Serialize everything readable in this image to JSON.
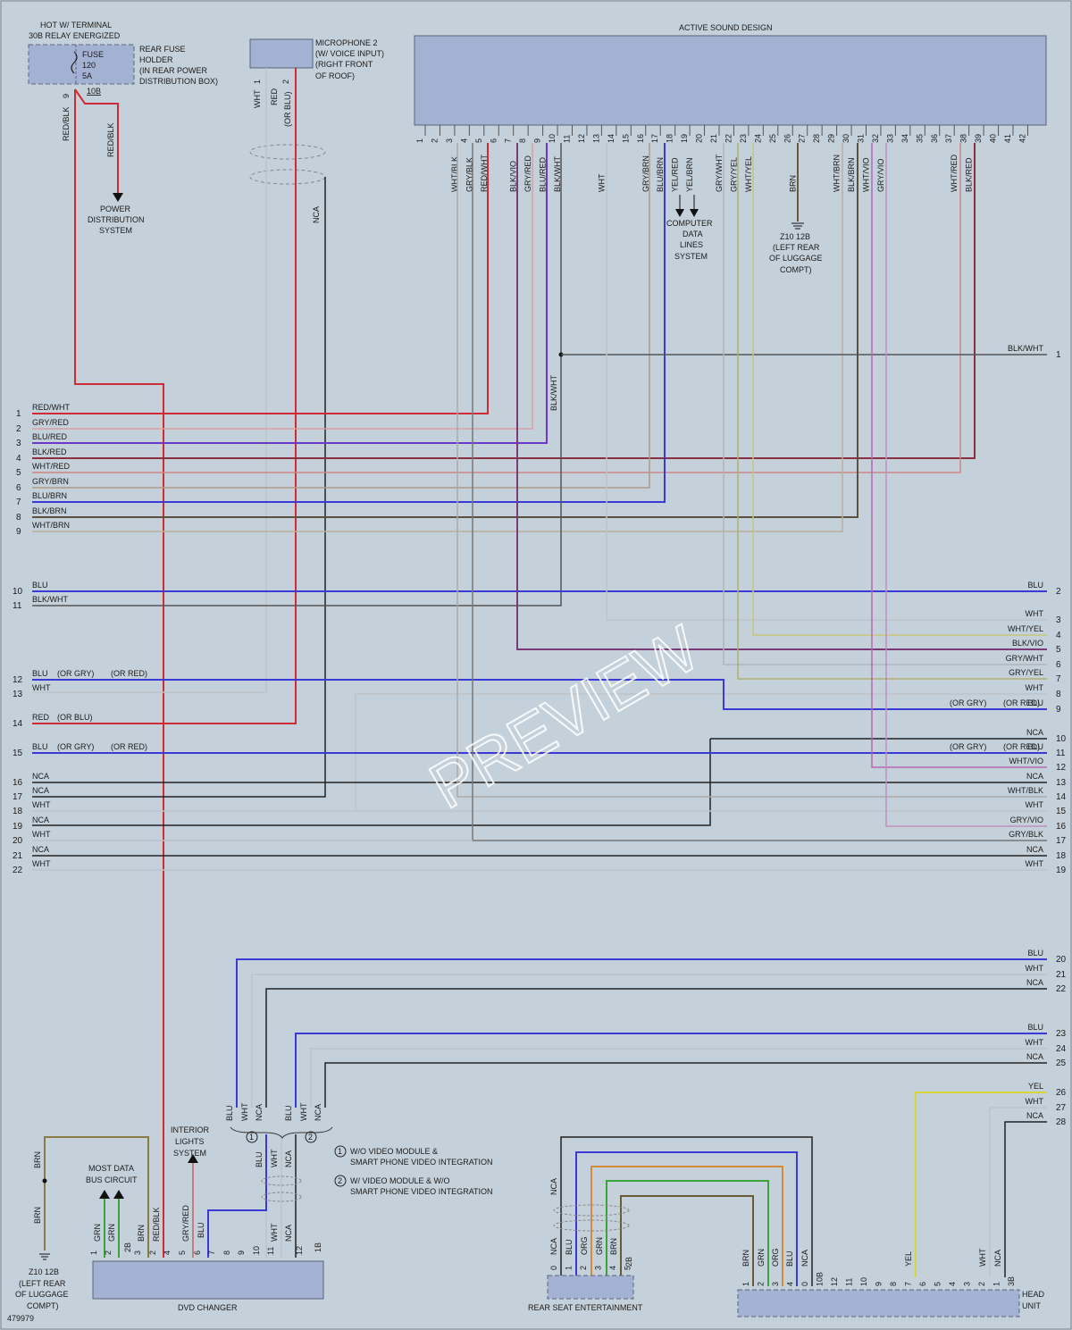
{
  "colors": {
    "red": "#d02a35",
    "blue": "#3a3ad6",
    "blk": "#222222",
    "wht": "#bfc4c8",
    "gry": "#8c9196",
    "brn": "#6a5a35",
    "grn": "#3aa33a",
    "yel": "#d6d63a",
    "vio": "#b36ab3",
    "org": "#d68a3a",
    "olive": "#8a7a45",
    "ltyel": "#c6c67a"
  },
  "fuse": {
    "t1": "HOT W/ TERMINAL",
    "t2": "30B RELAY ENERGIZED",
    "f1": "FUSE",
    "f2": "120",
    "f3": "5A",
    "h1": "REAR FUSE",
    "h2": "HOLDER",
    "h3": "(IN REAR POWER",
    "h4": "DISTRIBUTION BOX)",
    "pin": "9",
    "conn": "10B",
    "w1": "RED/BLK",
    "w2": "RED/BLK",
    "p1": "POWER",
    "p2": "DISTRIBUTION",
    "p3": "SYSTEM"
  },
  "mic": {
    "t1": "MICROPHONE 2",
    "t2": "(W/ VOICE INPUT)",
    "t3": "(RIGHT FRONT",
    "t4": "OF ROOF)",
    "p1": "1",
    "p2": "2",
    "w1": "WHT",
    "w2": "RED",
    "w3": "(OR BLU)",
    "nca": "NCA"
  },
  "asd": {
    "title": "ACTIVE SOUND DESIGN",
    "pins": [
      "1",
      "2",
      "3",
      "4",
      "5",
      "6",
      "7",
      "8",
      "9",
      "10",
      "11",
      "12",
      "13",
      "14",
      "15",
      "16",
      "17",
      "18",
      "19",
      "20",
      "21",
      "22",
      "23",
      "24",
      "25",
      "26",
      "27",
      "28",
      "29",
      "30",
      "31",
      "32",
      "33",
      "34",
      "35",
      "36",
      "37",
      "38",
      "39",
      "40",
      "41",
      "42"
    ],
    "wires": {
      "3": "WHT/BLK",
      "4": "GRY/BLK",
      "5": "RED/WHT",
      "7": "BLK/VIO",
      "8": "GRY/RED",
      "9": "BLU/RED",
      "10": "BLK/WHT",
      "13": "WHT",
      "16": "GRY/BRN",
      "17": "BLU/BRN",
      "18": "YEL/RED",
      "19": "YEL/BRN",
      "21": "GRY/WHT",
      "22": "GRY/YEL",
      "23": "WHT/YEL",
      "26": "BRN",
      "29": "WHT/BRN",
      "30": "BLK/BRN",
      "31": "WHT/VIO",
      "32": "GRY/VIO",
      "37": "WHT/RED",
      "38": "BLK/RED"
    },
    "cdl1": "COMPUTER",
    "cdl2": "DATA",
    "cdl3": "LINES",
    "cdl4": "SYSTEM",
    "g1": "Z10 12B",
    "g2": "(LEFT REAR",
    "g3": "OF LUGGAGE",
    "g4": "COMPT)"
  },
  "left": {
    "names": [
      "RED/WHT",
      "GRY/RED",
      "BLU/RED",
      "BLK/RED",
      "WHT/RED",
      "GRY/BRN",
      "BLU/BRN",
      "BLK/BRN",
      "WHT/BRN",
      "BLU",
      "BLK/WHT",
      "BLU",
      "WHT",
      "RED",
      "BLU",
      "NCA",
      "NCA",
      "WHT",
      "NCA",
      "WHT",
      "NCA",
      "WHT"
    ],
    "nums": [
      "1",
      "2",
      "3",
      "4",
      "5",
      "6",
      "7",
      "8",
      "9",
      "10",
      "11",
      "12",
      "13",
      "14",
      "15",
      "16",
      "17",
      "18",
      "19",
      "20",
      "21",
      "22"
    ],
    "or12a": "(OR GRY)",
    "or12b": "(OR RED)",
    "or14": "(OR BLU)",
    "or15a": "(OR GRY)",
    "or15b": "(OR RED)",
    "blkwht": "BLK/WHT"
  },
  "right": {
    "names": [
      "BLK/WHT",
      "BLU",
      "WHT",
      "WHT/YEL",
      "BLK/VIO",
      "GRY/WHT",
      "GRY/YEL",
      "WHT",
      "BLU",
      "NCA",
      "BLU",
      "WHT/VIO",
      "NCA",
      "WHT/BLK",
      "WHT",
      "GRY/VIO",
      "GRY/BLK",
      "NCA",
      "WHT",
      "BLU",
      "WHT",
      "NCA",
      "BLU",
      "WHT",
      "NCA",
      "YEL",
      "WHT",
      "NCA"
    ],
    "nums": [
      "1",
      "2",
      "3",
      "4",
      "5",
      "6",
      "7",
      "8",
      "9",
      "10",
      "11",
      "12",
      "13",
      "14",
      "15",
      "16",
      "17",
      "18",
      "19",
      "20",
      "21",
      "22",
      "23",
      "24",
      "25",
      "26",
      "27",
      "28"
    ],
    "or9a": "(OR GRY)",
    "or9b": "(OR RED)",
    "or11a": "(OR GRY)",
    "or11b": "(OR RED)"
  },
  "dvd": {
    "name": "DVD CHANGER",
    "pins": [
      "1",
      "2",
      "3",
      "2",
      "4",
      "5",
      "6",
      "7",
      "8",
      "9",
      "10",
      "11",
      "12"
    ],
    "w": [
      "GRN",
      "GRN",
      "BRN",
      "RED/BLK",
      "GRY/RED",
      "BLU",
      "WHT",
      "NCA"
    ],
    "conn1": "2B",
    "conn2": "1B",
    "most1": "MOST DATA",
    "most2": "BUS CIRCUIT",
    "il1": "INTERIOR",
    "il2": "LIGHTS",
    "il3": "SYSTEM",
    "g1": "Z10 12B",
    "g2": "(LEFT REAR",
    "g3": "OF LUGGAGE",
    "g4": "COMPT)",
    "brn1": "BRN",
    "brn2": "BRN",
    "up": [
      "BLU",
      "WHT",
      "NCA",
      "BLU",
      "WHT",
      "NCA"
    ],
    "mid": [
      "BLU",
      "WHT",
      "NCA"
    ]
  },
  "notes": {
    "n1a": "W/O VIDEO MODULE &",
    "n1b": "SMART PHONE VIDEO INTEGRATION",
    "n2a": "W/ VIDEO MODULE & W/O",
    "n2b": "SMART PHONE VIDEO INTEGRATION",
    "c1": "1",
    "c2": "2"
  },
  "rse": {
    "name": "REAR SEAT ENTERTAINMENT",
    "pins": [
      "0",
      "1",
      "2",
      "3",
      "4",
      "5"
    ],
    "w": [
      "NCA",
      "BLU",
      "ORG",
      "GRN",
      "BRN"
    ],
    "conn": "2B",
    "nca": "NCA"
  },
  "head": {
    "name1": "HEAD",
    "name2": "UNIT",
    "pins": [
      "1",
      "2",
      "3",
      "4",
      "0",
      "10B",
      "12",
      "11",
      "10",
      "9",
      "8",
      "7",
      "6",
      "5",
      "4",
      "3",
      "2",
      "1",
      "3B"
    ],
    "w": [
      "BRN",
      "GRN",
      "ORG",
      "BLU",
      "NCA",
      "YEL",
      "WHT",
      "NCA"
    ]
  },
  "ref": "479979",
  "watermark": "PREVIEW"
}
